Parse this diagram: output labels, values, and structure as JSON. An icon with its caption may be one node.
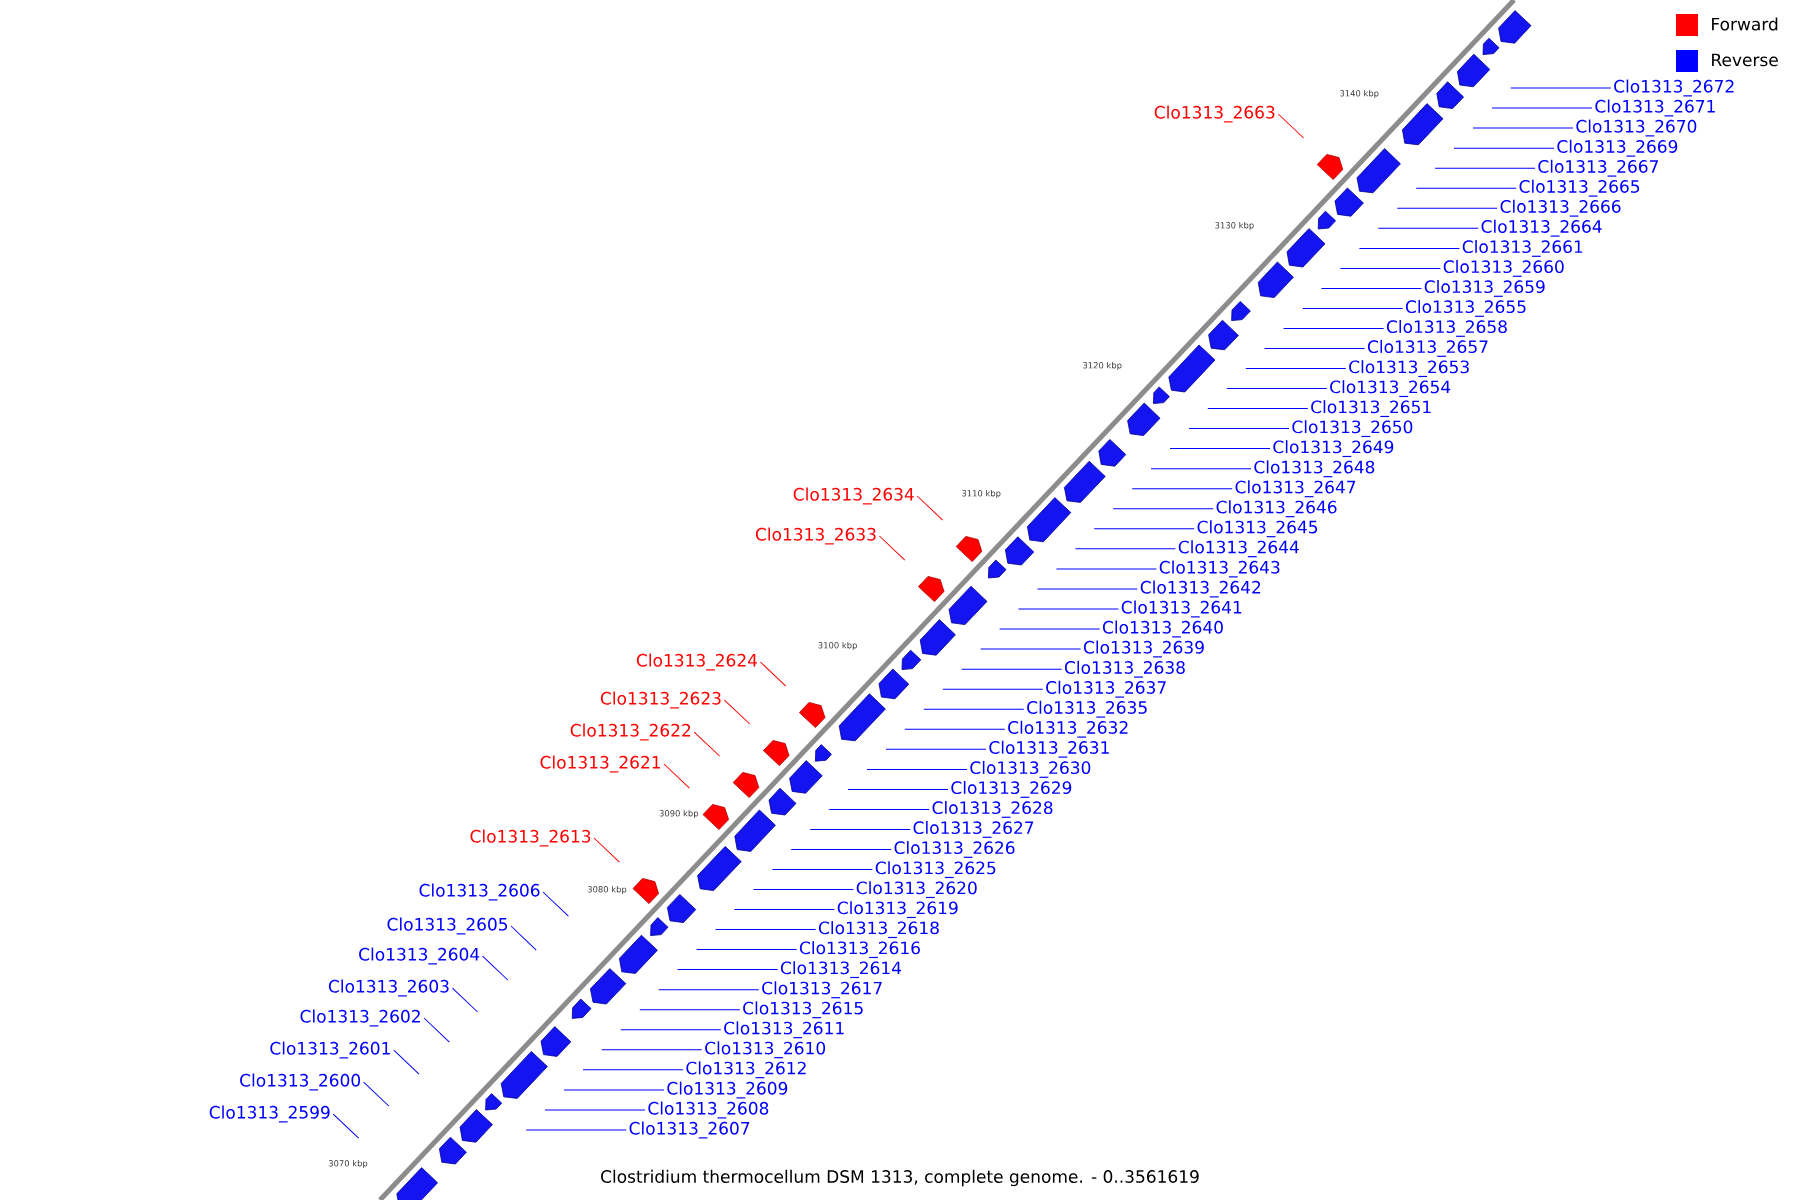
{
  "diagram": {
    "caption": "Clostridium thermocellum DSM 1313, complete genome. - 0..3561619",
    "nodes": [
      {
        "text": [
          "Clo1313_2672"
        ]
      },
      {
        "text": [
          "Clo1313_2663"
        ]
      },
      {
        "text": [
          "Clo1313_2671"
        ]
      },
      {
        "text": [
          "Clo1313_2670"
        ]
      },
      {
        "text": [
          "Clo1313_2669"
        ]
      },
      {
        "text": [
          "Clo1313_2667"
        ]
      },
      {
        "text": [
          "Clo1313_2665"
        ]
      },
      {
        "text": [
          "Clo1313_2661"
        ]
      },
      {
        "text": [
          "Clo1313_2666"
        ]
      },
      {
        "text": [
          "Clo1313_2659"
        ]
      },
      {
        "text": [
          "Clo1313_2664"
        ]
      },
      {
        "text": [
          "Clo1313_2655"
        ]
      },
      {
        "text": [
          "Clo1313_2660"
        ]
      },
      {
        "text": [
          "Clo1313_2651"
        ]
      },
      {
        "text": [
          "Clo1313_2657"
        ]
      },
      {
        "text": [
          "Clo1313_2650"
        ]
      },
      {
        "text": [
          "Clo1313_2653"
        ]
      },
      {
        "text": [
          "Clo1313_2647"
        ]
      },
      {
        "text": [
          "Clo1313_2654"
        ]
      },
      {
        "text": [
          "Clo1313_2645"
        ]
      },
      {
        "text": [
          "Clo1313_2634"
        ]
      },
      {
        "text": [
          "Clo1313_2658"
        ]
      },
      {
        "text": [
          "Clo1313_2642"
        ]
      },
      {
        "text": [
          "Clo1313_2648"
        ]
      },
      {
        "text": [
          "Clo1313_2633"
        ]
      },
      {
        "text": [
          "Clo1313_2641"
        ]
      },
      {
        "text": [
          "Clo1313_2644"
        ]
      },
      {
        "text": [
          "Clo1313_2640"
        ]
      },
      {
        "text": [
          "Clo1313_2643"
        ]
      },
      {
        "text": [
          "Clo1313_2646"
        ]
      },
      {
        "text": [
          "Clo1313_2637"
        ]
      },
      {
        "text": [
          "Clo1313_2649"
        ]
      },
      {
        "text": [
          "Clo1313_2635"
        ]
      },
      {
        "text": [
          "Clo1313_2624"
        ]
      },
      {
        "text": [
          "Clo1313_2638"
        ]
      },
      {
        "text": [
          "Clo1313_2632"
        ]
      },
      {
        "text": [
          "Clo1313_2639"
        ]
      },
      {
        "text": [
          "Clo1313_2623"
        ]
      },
      {
        "text": [
          "Clo1313_2631"
        ]
      },
      {
        "text": [
          "Clo1313_2622"
        ]
      },
      {
        "text": [
          "Clo1313_2630"
        ]
      },
      {
        "text": [
          "Clo1313_2621"
        ]
      },
      {
        "text": [
          "Clo1313_2628"
        ]
      },
      {
        "text": [
          "Clo1313_2626"
        ]
      },
      {
        "text": [
          "Clo1313_2613"
        ]
      },
      {
        "text": [
          "Clo1313_2629"
        ]
      },
      {
        "text": [
          "Clo1313_2625"
        ]
      },
      {
        "text": [
          "Clo1313_2627"
        ]
      },
      {
        "text": [
          "Clo1313_2620"
        ]
      },
      {
        "text": [
          "Clo1313_2606"
        ]
      },
      {
        "text": [
          "Clo1313_2619"
        ]
      },
      {
        "text": [
          "Clo1313_2605"
        ]
      },
      {
        "text": [
          "Clo1313_2618"
        ]
      },
      {
        "text": [
          "Clo1313_2604"
        ]
      },
      {
        "text": [
          "Clo1313_2616"
        ]
      },
      {
        "text": [
          "Clo1313_2603"
        ]
      },
      {
        "text": [
          "Clo1313_2614"
        ]
      },
      {
        "text": [
          "Clo1313_2602"
        ]
      },
      {
        "text": [
          "Clo1313_2611"
        ]
      },
      {
        "text": [
          "Clo1313_2601"
        ]
      },
      {
        "text": [
          "Clo1313_2615"
        ]
      },
      {
        "text": [
          "Clo1313_2609"
        ]
      },
      {
        "text": [
          "Clo1313_2600"
        ]
      },
      {
        "text": [
          "Clo1313_2617"
        ]
      },
      {
        "text": [
          "Clo1313_2608"
        ]
      },
      {
        "text": [
          "Clo1313_2610"
        ]
      },
      {
        "text": [
          "Clo1313_2599"
        ]
      },
      {
        "text": [
          "Clo1313_2607"
        ]
      },
      {
        "text": [
          "Clo1313_2612"
        ]
      }
    ],
    "edges": [
      {
        "from": 0,
        "to": null,
        "arrow": "none"
      },
      {
        "from": 1,
        "to": null,
        "arrow": "none",
        "color": "#ff0000"
      },
      {
        "from": 2,
        "to": null,
        "arrow": "none"
      },
      {
        "from": 3,
        "to": null,
        "arrow": "none"
      },
      {
        "from": 4,
        "to": null,
        "arrow": "none"
      },
      {
        "from": 5,
        "to": null,
        "arrow": "none"
      },
      {
        "from": 6,
        "to": null,
        "arrow": "none"
      },
      {
        "from": 7,
        "to": null,
        "arrow": "none"
      },
      {
        "from": 8,
        "to": null,
        "arrow": "none"
      },
      {
        "from": 9,
        "to": null,
        "arrow": "none"
      },
      {
        "from": 10,
        "to": null,
        "arrow": "none"
      },
      {
        "from": 11,
        "to": null,
        "arrow": "none"
      },
      {
        "from": 12,
        "to": null,
        "arrow": "none"
      },
      {
        "from": 13,
        "to": null,
        "arrow": "none"
      },
      {
        "from": 14,
        "to": null,
        "arrow": "none"
      },
      {
        "from": 15,
        "to": null,
        "arrow": "none"
      },
      {
        "from": 16,
        "to": null,
        "arrow": "none"
      },
      {
        "from": 17,
        "to": null,
        "arrow": "none"
      },
      {
        "from": 18,
        "to": null,
        "arrow": "none"
      },
      {
        "from": 19,
        "to": null,
        "arrow": "none"
      },
      {
        "from": 20,
        "to": null,
        "arrow": "none",
        "color": "#ff0000"
      },
      {
        "from": 21,
        "to": null,
        "arrow": "none"
      },
      {
        "from": 22,
        "to": null,
        "arrow": "none"
      },
      {
        "from": 23,
        "to": null,
        "arrow": "none"
      },
      {
        "from": 24,
        "to": null,
        "arrow": "none",
        "color": "#ff0000"
      },
      {
        "from": 25,
        "to": null,
        "arrow": "none"
      },
      {
        "from": 26,
        "to": null,
        "arrow": "none"
      },
      {
        "from": 27,
        "to": null,
        "arrow": "none"
      },
      {
        "from": 28,
        "to": null,
        "arrow": "none"
      },
      {
        "from": 29,
        "to": null,
        "arrow": "none"
      },
      {
        "from": 30,
        "to": null,
        "arrow": "none"
      },
      {
        "from": 31,
        "to": null,
        "arrow": "none"
      },
      {
        "from": 32,
        "to": null,
        "arrow": "none"
      },
      {
        "from": 33,
        "to": null,
        "arrow": "none",
        "color": "#ff0000"
      },
      {
        "from": 34,
        "to": null,
        "arrow": "none"
      },
      {
        "from": 35,
        "to": null,
        "arrow": "none"
      },
      {
        "from": 36,
        "to": null,
        "arrow": "none"
      },
      {
        "from": 37,
        "to": null,
        "arrow": "none",
        "color": "#ff0000"
      },
      {
        "from": 38,
        "to": null,
        "arrow": "none"
      },
      {
        "from": 39,
        "to": null,
        "arrow": "none",
        "color": "#ff0000"
      },
      {
        "from": 40,
        "to": null,
        "arrow": "none"
      },
      {
        "from": 41,
        "to": null,
        "arrow": "none",
        "color": "#ff0000"
      },
      {
        "from": 42,
        "to": null,
        "arrow": "none"
      },
      {
        "from": 43,
        "to": null,
        "arrow": "none"
      },
      {
        "from": 44,
        "to": null,
        "arrow": "none",
        "color": "#ff0000"
      },
      {
        "from": 45,
        "to": null,
        "arrow": "none"
      },
      {
        "from": 46,
        "to": null,
        "arrow": "none"
      },
      {
        "from": 47,
        "to": null,
        "arrow": "none"
      },
      {
        "from": 48,
        "to": null,
        "arrow": "none"
      },
      {
        "from": 49,
        "to": null,
        "arrow": "none"
      },
      {
        "from": 50,
        "to": null,
        "arrow": "none"
      },
      {
        "from": 51,
        "to": null,
        "arrow": "none"
      },
      {
        "from": 52,
        "to": null,
        "arrow": "none"
      },
      {
        "from": 53,
        "to": null,
        "arrow": "none"
      },
      {
        "from": 54,
        "to": null,
        "arrow": "none"
      },
      {
        "from": 55,
        "to": null,
        "arrow": "none"
      },
      {
        "from": 56,
        "to": null,
        "arrow": "none"
      },
      {
        "from": 57,
        "to": null,
        "arrow": "none"
      },
      {
        "from": 58,
        "to": null,
        "arrow": "none"
      },
      {
        "from": 59,
        "to": null,
        "arrow": "none"
      },
      {
        "from": 60,
        "to": null,
        "arrow": "none"
      },
      {
        "from": 61,
        "to": null,
        "arrow": "none"
      },
      {
        "from": 62,
        "to": null,
        "arrow": "none"
      },
      {
        "from": 63,
        "to": null,
        "arrow": "none"
      },
      {
        "from": 64,
        "to": null,
        "arrow": "none"
      },
      {
        "from": 65,
        "to": null,
        "arrow": "none"
      },
      {
        "from": 66,
        "to": null,
        "arrow": "none"
      },
      {
        "from": 67,
        "to": null,
        "arrow": "none"
      },
      {
        "from": 68,
        "to": null,
        "arrow": "none"
      }
    ],
    "labels": [
      "3140 kbp",
      "3130 kbp",
      "3120 kbp",
      "3110 kbp",
      "3100 kbp",
      "3090 kbp",
      "3080 kbp",
      "3070 kbp"
    ],
    "legend": [
      {
        "text": "Forward",
        "color": "#ff0000"
      },
      {
        "text": "Reverse",
        "color": "#0000ff"
      }
    ]
  }
}
